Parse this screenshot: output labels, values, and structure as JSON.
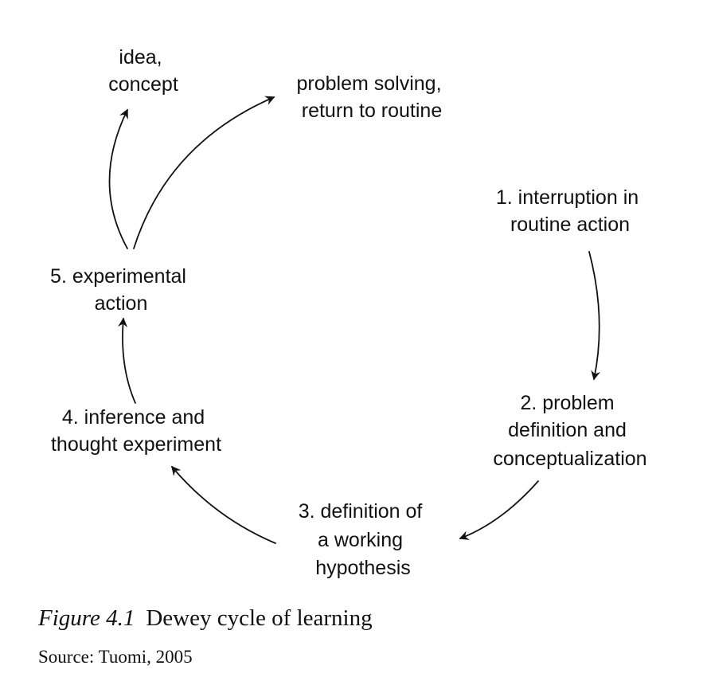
{
  "diagram": {
    "nodes": {
      "idea_concept": [
        "idea,",
        "concept"
      ],
      "problem_solving": [
        "problem solving,",
        "return to routine"
      ],
      "step1": [
        "1. interruption in",
        "routine action"
      ],
      "step2": [
        "2. problem",
        "definition and",
        "conceptualization"
      ],
      "step3": [
        "3. definition of",
        "a working",
        "hypothesis"
      ],
      "step4": [
        "4. inference and",
        "thought experiment"
      ],
      "step5": [
        "5. experimental",
        "action"
      ]
    }
  },
  "caption": {
    "figure_number": "Figure 4.1",
    "title": "Dewey cycle of learning"
  },
  "source": "Source: Tuomi, 2005"
}
